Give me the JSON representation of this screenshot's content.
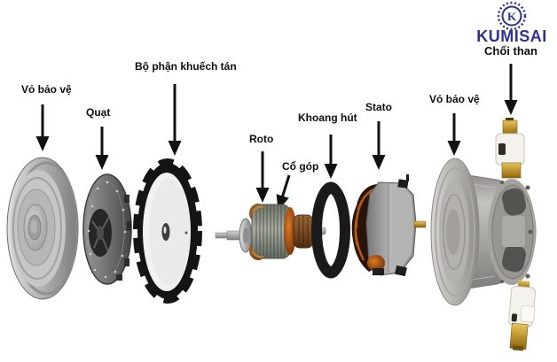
{
  "logo": {
    "brand": "KUMISAI",
    "emblem_letter": "K",
    "brand_color": "#2e3192"
  },
  "labels": {
    "protective_cover_left": "Vỏ bảo vệ",
    "fan": "Quạt",
    "diffuser": "Bộ phận khuếch tán",
    "rotor": "Roto",
    "commutator": "Cổ góp",
    "suction_chamber": "Khoang hút",
    "stator": "Stato",
    "protective_cover_right": "Vỏ bảo vệ",
    "carbon_brush": "Chổi than"
  },
  "colors": {
    "label_text": "#0d0d0d",
    "copper_winding": "#c2601a",
    "metal": "#a8a8a8",
    "rubber_ring": "#1a1a1a",
    "brass": "#c9a43c"
  }
}
